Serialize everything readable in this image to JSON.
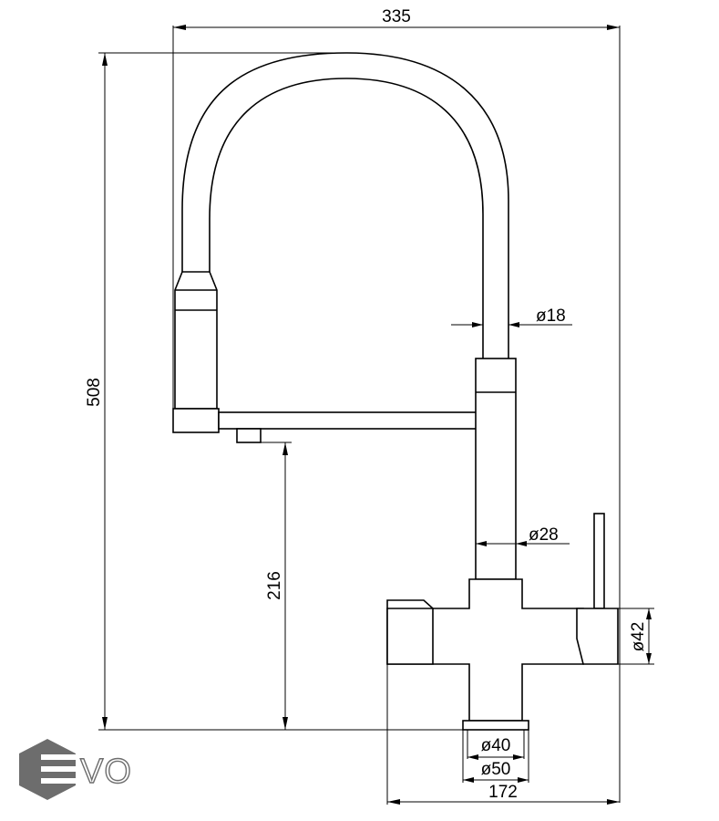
{
  "dimensions": {
    "overall_width": "335",
    "overall_height": "508",
    "spout_clearance": "216",
    "spout_tube_diameter": "ø18",
    "body_diameter": "ø28",
    "handle_diameter": "ø42",
    "outlet_inner_diameter": "ø40",
    "outlet_outer_diameter": "ø50",
    "base_width": "172"
  },
  "logo": {
    "text": "VO",
    "color": "#6d6d6d"
  }
}
